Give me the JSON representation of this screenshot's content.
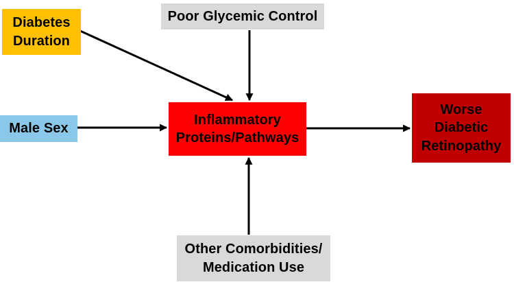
{
  "figure": {
    "background": "#FFFFFF",
    "arrow_color": "#000000"
  },
  "nodes": {
    "diabetes_duration": {
      "label": "Diabetes\nDuration",
      "bg": "#FFC000",
      "text_color": "#000000"
    },
    "poor_glycemic_control": {
      "label": "Poor Glycemic Control",
      "bg": "#D9D9D9",
      "text_color": "#000000"
    },
    "male_sex": {
      "label": "Male Sex",
      "bg": "#8BC7E8",
      "text_color": "#000000"
    },
    "inflammatory_proteins": {
      "label": "Inflammatory\nProteins/Pathways",
      "bg": "#FF0000",
      "text_color": "#000000"
    },
    "worse_diabetic_retinopathy": {
      "label": "Worse\nDiabetic\nRetinopathy",
      "bg": "#C00000",
      "text_color": "#000000"
    },
    "other_comorbidities": {
      "label": "Other Comorbidities/\nMedication Use",
      "bg": "#D9D9D9",
      "text_color": "#000000"
    }
  }
}
